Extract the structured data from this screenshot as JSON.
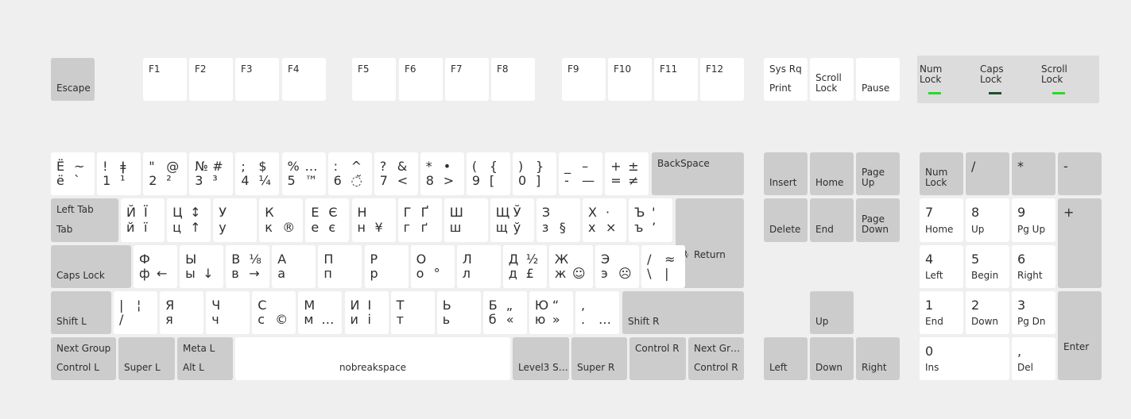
{
  "colors": {
    "background": "#efefef",
    "key_light": "#ffffff",
    "key_dark": "#cccccc",
    "led_on": "#22dd22",
    "led_off": "#1f4f2a"
  },
  "function_row": {
    "escape": "Escape",
    "f_keys": [
      "F1",
      "F2",
      "F3",
      "F4",
      "F5",
      "F6",
      "F7",
      "F8",
      "F9",
      "F10",
      "F11",
      "F12"
    ],
    "sysrq_top": "Sys Rq",
    "sysrq_bot": "Print",
    "scroll_lock": "Scroll\nLock",
    "pause": "Pause"
  },
  "leds": [
    {
      "label": "Num\nLock",
      "state": "on"
    },
    {
      "label": "Caps\nLock",
      "state": "off"
    },
    {
      "label": "Scroll\nLock",
      "state": "on"
    }
  ],
  "number_row": [
    {
      "tl": "Ё",
      "tr": "~",
      "bl": "ё",
      "br": "`"
    },
    {
      "tl": "!",
      "tr": "ǂ",
      "bl": "1",
      "br": "¹"
    },
    {
      "tl": "\"",
      "tr": "@",
      "bl": "2",
      "br": "²"
    },
    {
      "tl": "№",
      "tr": "#",
      "bl": "3",
      "br": "³"
    },
    {
      "tl": ";",
      "tr": "$",
      "bl": "4",
      "br": "¼"
    },
    {
      "tl": "%",
      "tr": "…",
      "bl": "5",
      "br": "™"
    },
    {
      "tl": ":",
      "tr": "^",
      "bl": "6",
      "br": "◌̆"
    },
    {
      "tl": "?",
      "tr": "&",
      "bl": "7",
      "br": "<"
    },
    {
      "tl": "*",
      "tr": "•",
      "bl": "8",
      "br": ">"
    },
    {
      "tl": "(",
      "tr": "{",
      "bl": "9",
      "br": "["
    },
    {
      "tl": ")",
      "tr": "}",
      "bl": "0",
      "br": "]"
    },
    {
      "tl": "_",
      "tr": "–",
      "bl": "-",
      "br": "—"
    },
    {
      "tl": "+",
      "tr": "±",
      "bl": "=",
      "br": "≠"
    }
  ],
  "backspace": "BackSpace",
  "tab_top": "Left Tab",
  "tab_bot": "Tab",
  "row_q": [
    {
      "tl": "Й",
      "tr": "Ї",
      "bl": "й",
      "br": "ї"
    },
    {
      "tl": "Ц",
      "tr": "↕",
      "bl": "ц",
      "br": "↑"
    },
    {
      "tl": "У",
      "tr": "",
      "bl": "у",
      "br": ""
    },
    {
      "tl": "К",
      "tr": "",
      "bl": "к",
      "br": "®"
    },
    {
      "tl": "Е",
      "tr": "Є",
      "bl": "е",
      "br": "є"
    },
    {
      "tl": "Н",
      "tr": "",
      "bl": "н",
      "br": "¥"
    },
    {
      "tl": "Г",
      "tr": "Ґ",
      "bl": "г",
      "br": "ґ"
    },
    {
      "tl": "Ш",
      "tr": "",
      "bl": "ш",
      "br": ""
    },
    {
      "tl": "Щ",
      "tr": "Ў",
      "bl": "щ",
      "br": "ў"
    },
    {
      "tl": "З",
      "tr": "",
      "bl": "з",
      "br": "§"
    },
    {
      "tl": "Х",
      "tr": "·",
      "bl": "х",
      "br": "×"
    },
    {
      "tl": "Ъ",
      "tr": "'",
      "bl": "ъ",
      "br": "’"
    }
  ],
  "return_label": "Return",
  "caps_lock": "Caps Lock",
  "row_a": [
    {
      "tl": "Ф",
      "tr": "",
      "bl": "ф",
      "br": "←"
    },
    {
      "tl": "Ы",
      "tr": "",
      "bl": "ы",
      "br": "↓"
    },
    {
      "tl": "В",
      "tr": "⅛",
      "bl": "в",
      "br": "→"
    },
    {
      "tl": "А",
      "tr": "",
      "bl": "а",
      "br": ""
    },
    {
      "tl": "П",
      "tr": "",
      "bl": "п",
      "br": ""
    },
    {
      "tl": "Р",
      "tr": "",
      "bl": "р",
      "br": ""
    },
    {
      "tl": "О",
      "tr": "",
      "bl": "о",
      "br": "°"
    },
    {
      "tl": "Л",
      "tr": "",
      "bl": "л",
      "br": ""
    },
    {
      "tl": "Д",
      "tr": "½",
      "bl": "д",
      "br": "£"
    },
    {
      "tl": "Ж",
      "tr": "",
      "bl": "ж",
      "br": "☺"
    },
    {
      "tl": "Э",
      "tr": "",
      "bl": "э",
      "br": "☹"
    },
    {
      "tl": "/",
      "tr": "≈",
      "bl": "\\",
      "br": "|"
    }
  ],
  "shift_l": "Shift L",
  "row_z": [
    {
      "tl": "|",
      "tr": "¦",
      "bl": "/",
      "br": ""
    },
    {
      "tl": "Я",
      "tr": "",
      "bl": "я",
      "br": ""
    },
    {
      "tl": "Ч",
      "tr": "",
      "bl": "ч",
      "br": ""
    },
    {
      "tl": "С",
      "tr": "",
      "bl": "с",
      "br": "©"
    },
    {
      "tl": "М",
      "tr": "",
      "bl": "м",
      "br": "…"
    },
    {
      "tl": "И",
      "tr": "І",
      "bl": "и",
      "br": "і"
    },
    {
      "tl": "Т",
      "tr": "",
      "bl": "т",
      "br": ""
    },
    {
      "tl": "Ь",
      "tr": "",
      "bl": "ь",
      "br": ""
    },
    {
      "tl": "Б",
      "tr": "„",
      "bl": "б",
      "br": "«"
    },
    {
      "tl": "Ю",
      "tr": "“",
      "bl": "ю",
      "br": "»"
    },
    {
      "tl": ",",
      "tr": "",
      "bl": ".",
      "br": "…"
    }
  ],
  "shift_r": "Shift R",
  "bottom_row": {
    "ctrl_l_top": "Next Group",
    "ctrl_l_bot": "Control L",
    "super_l": "Super L",
    "alt_l_top": "Meta L",
    "alt_l_bot": "Alt L",
    "space": "nobreakspace",
    "level3": "Level3 S…",
    "super_r": "Super R",
    "ctrl_r_top": "Control R",
    "menu_top": "Next Gr…",
    "menu_bot": "Control R"
  },
  "nav": {
    "insert": "Insert",
    "home": "Home",
    "page_up": "Page\nUp",
    "delete": "Delete",
    "end": "End",
    "page_down": "Page\nDown",
    "up": "Up",
    "left": "Left",
    "down": "Down",
    "right": "Right"
  },
  "numpad": {
    "num_lock": "Num\nLock",
    "slash": "/",
    "star": "*",
    "minus": "-",
    "plus": "+",
    "enter": "Enter",
    "k7": "7",
    "k7b": "Home",
    "k8": "8",
    "k8b": "Up",
    "k9": "9",
    "k9b": "Pg Up",
    "k4": "4",
    "k4b": "Left",
    "k5": "5",
    "k5b": "Begin",
    "k6": "6",
    "k6b": "Right",
    "k1": "1",
    "k1b": "End",
    "k2": "2",
    "k2b": "Down",
    "k3": "3",
    "k3b": "Pg Dn",
    "k0": "0",
    "k0b": "Ins",
    "kdot": ",",
    "kdotb": "Del"
  }
}
